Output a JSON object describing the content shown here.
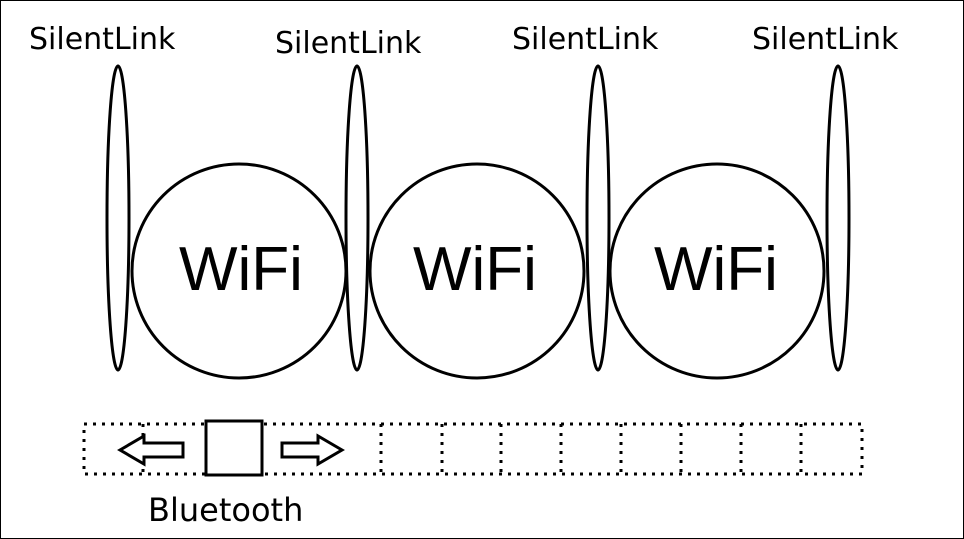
{
  "silentlink_labels": [
    "SilentLink",
    "SilentLink",
    "SilentLink",
    "SilentLink"
  ],
  "wifi_labels": [
    "WiFi",
    "WiFi",
    "WiFi"
  ],
  "bluetooth_label": "Bluetooth",
  "colors": {
    "stroke": "#000000",
    "background": "#ffffff"
  }
}
